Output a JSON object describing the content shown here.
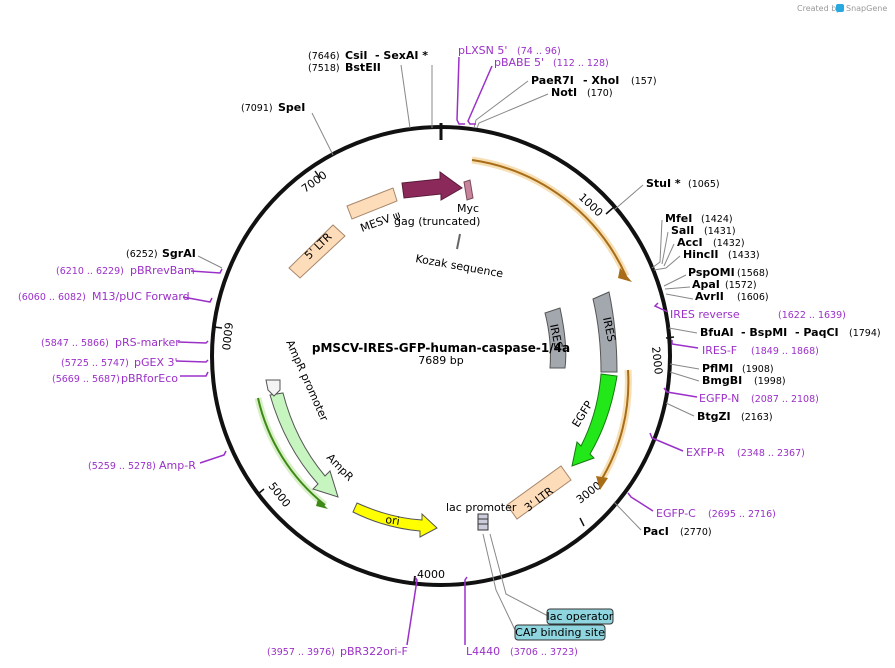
{
  "credit": {
    "prefix": "Created by",
    "brand": "SnapGene"
  },
  "plasmid": {
    "name": "pMSCV-IRES-GFP-human-caspase-1/4a",
    "size": "7689 bp"
  },
  "ruler": [
    "1000",
    "2000",
    "3000",
    "4000",
    "5000",
    "6000",
    "7000"
  ],
  "features": {
    "ltr5": "5' LTR",
    "mesv": "MESV ψ",
    "gag": "gag (truncated)",
    "myc": "Myc",
    "kozak": "Kozak sequence",
    "ires_inner": "IRES",
    "ires_outer": "IRES",
    "egfp": "EGFP",
    "ltr3": "3' LTR",
    "lac_promoter": "lac promoter",
    "lac_operator": "lac operator",
    "cap": "CAP binding site",
    "ori": "ori",
    "ampr": "AmpR",
    "ampr_promoter": "AmpR promoter"
  },
  "enzymes": {
    "csii_pos": "(7646)",
    "csii": "CsiI",
    "sexai": "- SexAI *",
    "bsteii_pos": "(7518)",
    "bsteii": "BstEII",
    "spei_pos": "(7091)",
    "spei": "SpeI",
    "paer7i": "PaeR7I",
    "xhoi": "- XhoI",
    "paer7i_pos": "(157)",
    "noti": "NotI",
    "noti_pos": "(170)",
    "stui": "StuI *",
    "stui_pos": "(1065)",
    "mfei": "MfeI",
    "mfei_pos": "(1424)",
    "sali": "SalI",
    "sali_pos": "(1431)",
    "acci": "AccI",
    "acci_pos": "(1432)",
    "hincii": "HincII",
    "hincii_pos": "(1433)",
    "pspomi": "PspOMI",
    "pspomi_pos": "(1568)",
    "apai": "ApaI",
    "apai_pos": "(1572)",
    "avrii": "AvrII",
    "avrii_pos": "(1606)",
    "bfuai": "BfuAI",
    "bspmi": "- BspMI",
    "paqci": "- PaqCI",
    "bfuai_pos": "(1794)",
    "pfimi": "PflMI",
    "pfimi_pos": "(1908)",
    "bmgbi": "BmgBI",
    "bmgbi_pos": "(1998)",
    "btgzi": "BtgZI",
    "btgzi_pos": "(2163)",
    "paci": "PacI",
    "paci_pos": "(2770)",
    "sgrai_pos": "(6252)",
    "sgrai": "SgrAI"
  },
  "primers": {
    "plxsn": "pLXSN 5'",
    "plxsn_pos": "(74 .. 96)",
    "pbabe": "pBABE 5'",
    "pbabe_pos": "(112 .. 128)",
    "ires_rev": "IRES reverse",
    "ires_rev_pos": "(1622 .. 1639)",
    "ires_f": "IRES-F",
    "ires_f_pos": "(1849 .. 1868)",
    "egfp_n": "EGFP-N",
    "egfp_n_pos": "(2087 .. 2108)",
    "exfp_r": "EXFP-R",
    "exfp_r_pos": "(2348 .. 2367)",
    "egfp_c": "EGFP-C",
    "egfp_c_pos": "(2695 .. 2716)",
    "l4440": "L4440",
    "l4440_pos": "(3706 .. 3723)",
    "pbr322": "pBR322ori-F",
    "pbr322_pos": "(3957 .. 3976)",
    "ampr_r_pos": "(5259 .. 5278)",
    "ampr_r": "Amp-R",
    "pbrfor_pos": "(5669 .. 5687)",
    "pbrfor": "pBRforEco",
    "pgex_pos": "(5725 .. 5747)",
    "pgex": "pGEX 3'",
    "prs_pos": "(5847 .. 5866)",
    "prs": "pRS-marker",
    "m13_pos": "(6060 .. 6082)",
    "m13": "M13/pUC Forward",
    "pbrrev_pos": "(6210 .. 6229)",
    "pbrrev": "pBRrevBam"
  },
  "colors": {
    "backbone": "#111111",
    "ltr": "#fddcba",
    "gag": "#8b2a5a",
    "myc": "#c8849c",
    "ires": "#a3a8ae",
    "egfp": "#22e81a",
    "ori": "#ffff00",
    "ampr": "#c7f5c0",
    "ampr_promoter": "#f4f4f4",
    "primer": "#9b30c8",
    "orf_orange": "#d4962c",
    "orf_green": "#5ca82a",
    "badge": "#8fd5df"
  }
}
